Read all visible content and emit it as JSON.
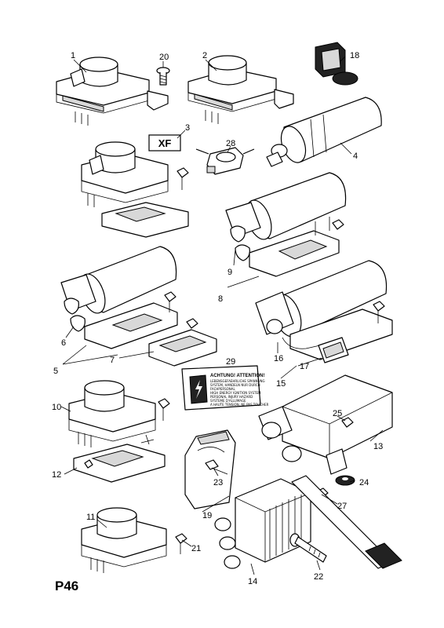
{
  "page_reference": "P46",
  "variant_badge": "XF",
  "warning_label": {
    "title": "ACHTUNG! ATTENTION!",
    "lines": [
      "LEBENSGEFAEHRLICHE SPANNUNG",
      "SYSTEM, HANDELN NUR DURCH",
      "FACHPERSONAL",
      "HIGH ENERGY IGNITION SYSTEM",
      "PERSONAL INJURY HAZARD",
      "SYSTEME D'ALLUMAGE",
      "A HAUTE TENSION, NE PAS TOUCHER"
    ]
  },
  "callouts": {
    "c1": "1",
    "c2": "2",
    "c3": "3",
    "c4": "4",
    "c5": "5",
    "c6": "6",
    "c7": "7",
    "c8": "8",
    "c9": "9",
    "c10": "10",
    "c11": "11",
    "c12": "12",
    "c13": "13",
    "c14": "14",
    "c15": "15",
    "c16": "16",
    "c17": "17",
    "c18": "18",
    "c19": "19",
    "c20": "20",
    "c21": "21",
    "c22": "22",
    "c23": "23",
    "c24": "24",
    "c25": "25",
    "c27": "27",
    "c28": "28",
    "c29": "29"
  }
}
